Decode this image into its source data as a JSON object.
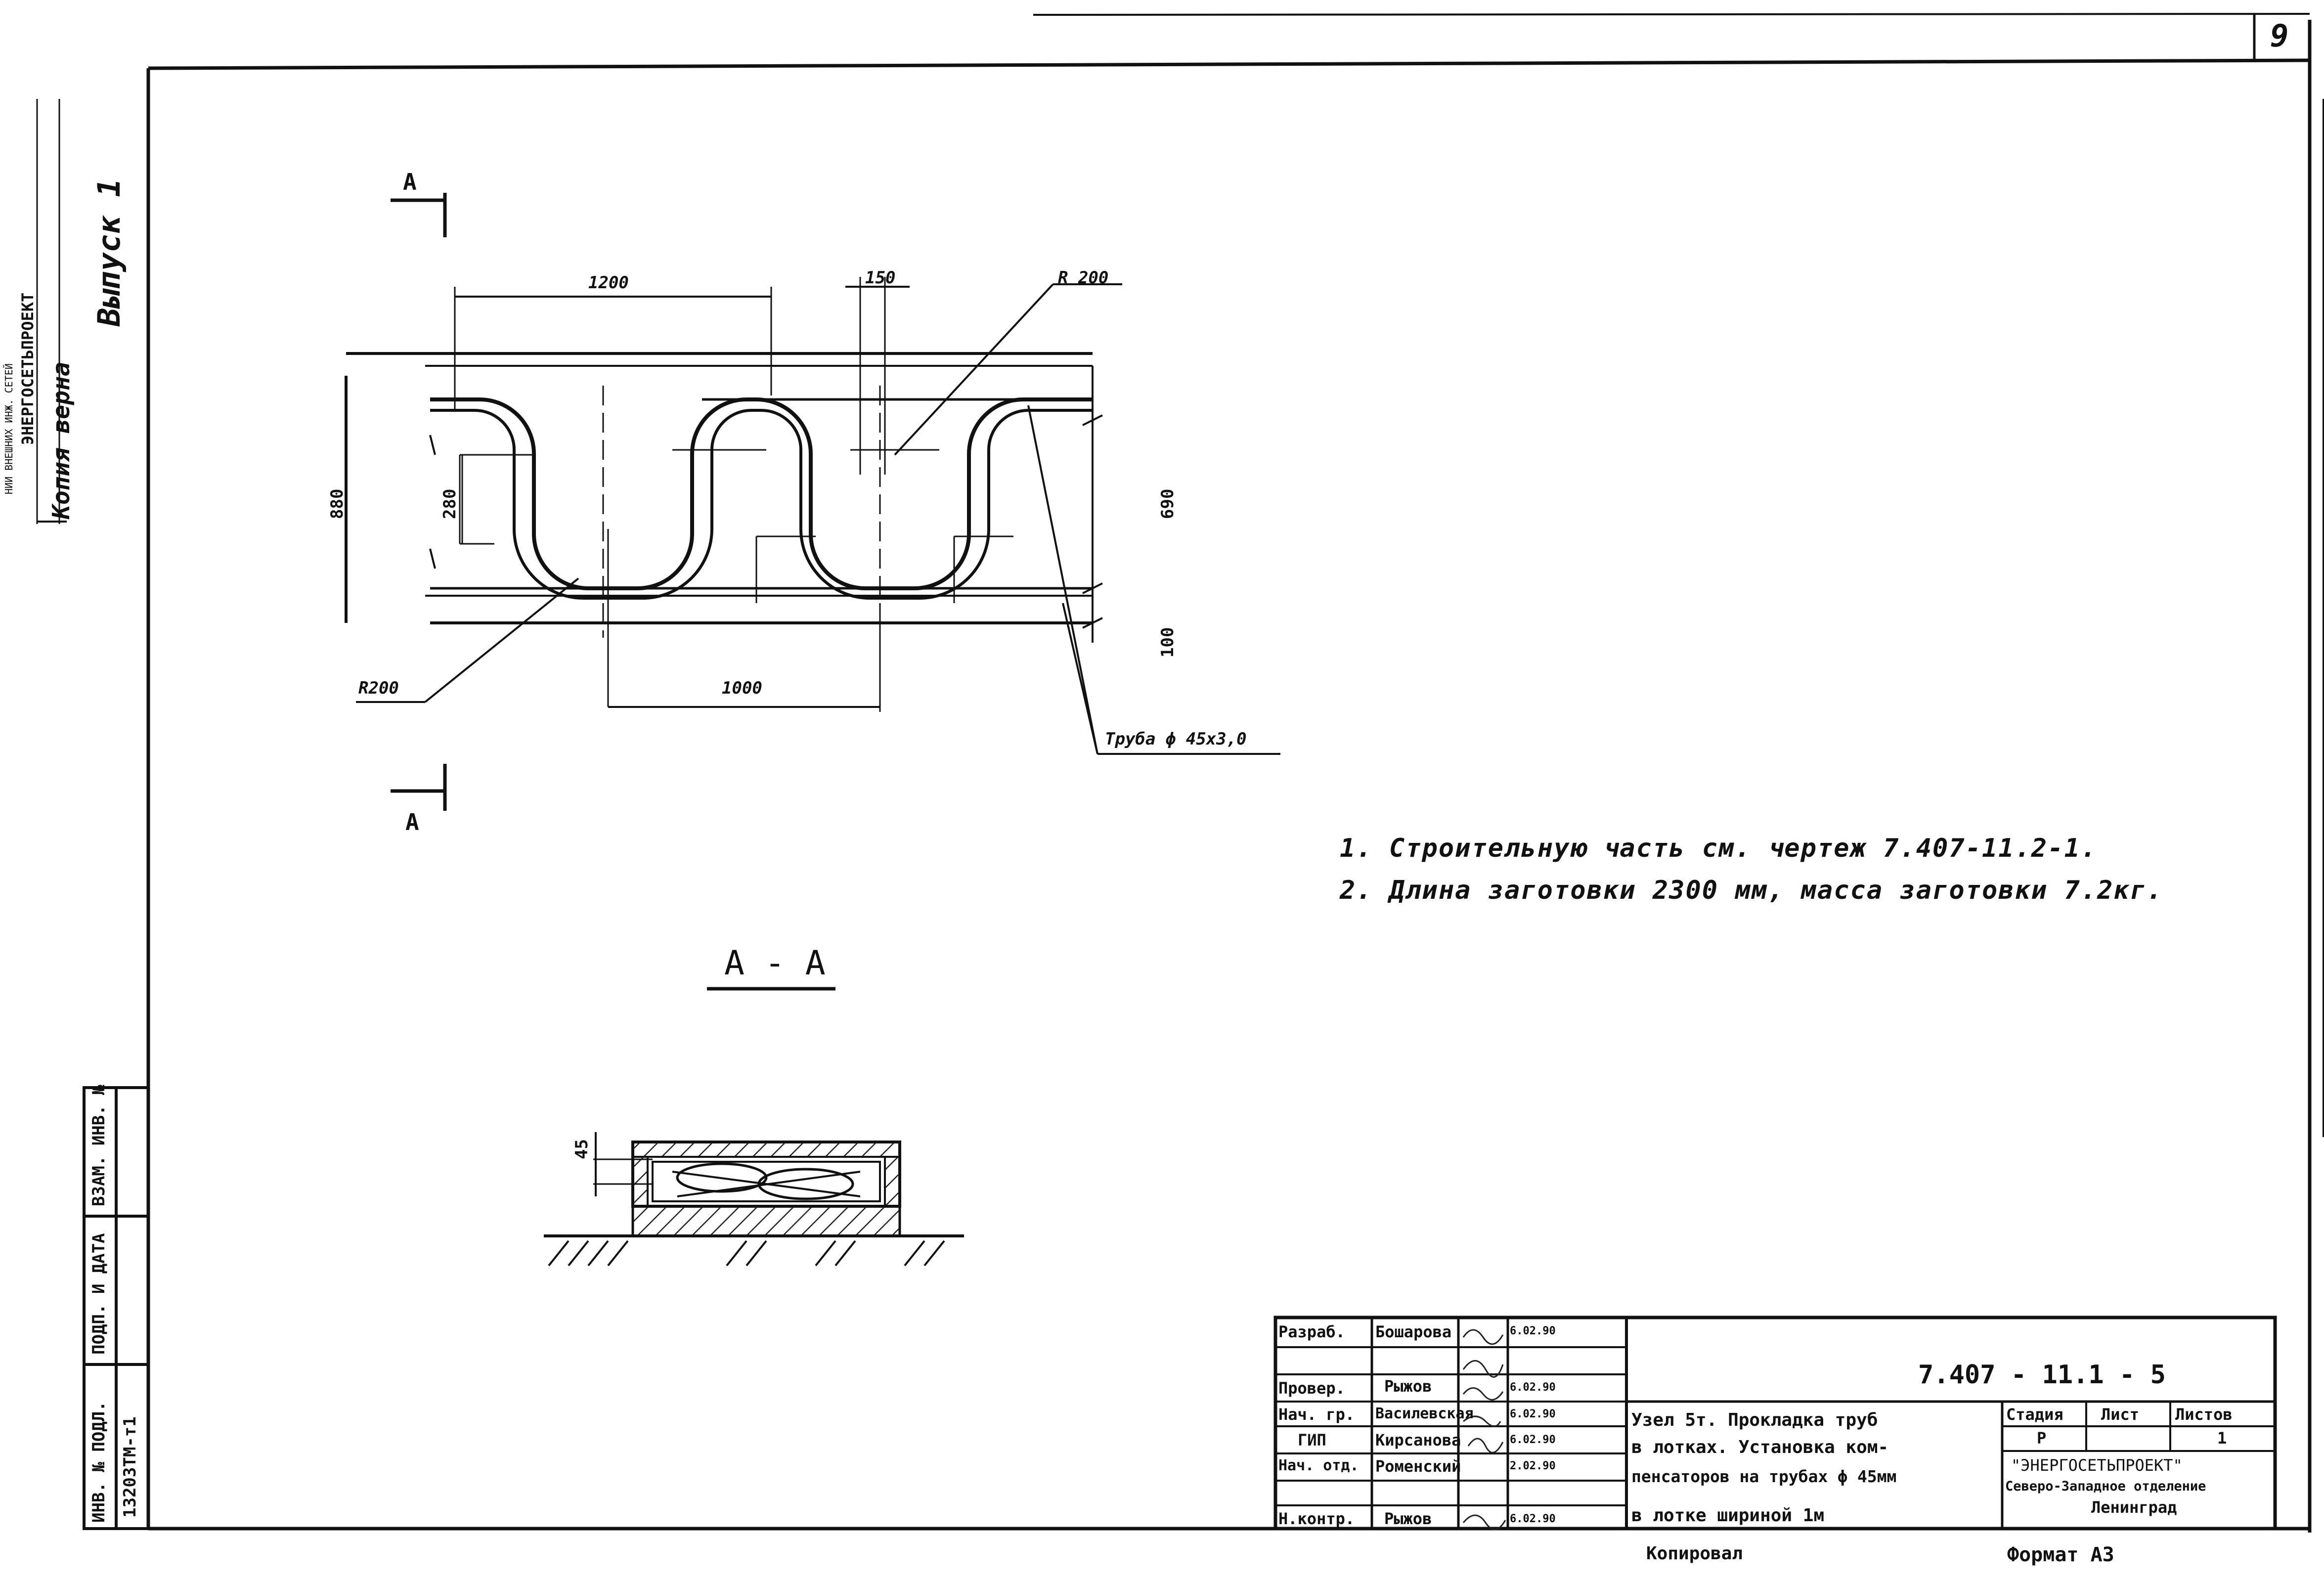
{
  "sheet": {
    "page_number": "9",
    "left_margin": {
      "vypusk": "Выпуск 1",
      "kopiya": "Копия верна",
      "org": "ЭНЕРГОСЕТЬПРОЕКТ",
      "stamp_small": "НИИ ВНЕШНИХ ИНЖ. СЕТЕЙ"
    },
    "side_stamp": {
      "headers": [
        "ИНВ. № ПОДЛ.",
        "ПОДП. И ДАТА",
        "ВЗАМ. ИНВ. №"
      ],
      "inv_value": "13203ТМ-т1"
    }
  },
  "plan": {
    "section_mark": "А",
    "dims": {
      "d1200": "1200",
      "d150": "150",
      "r_top": "R 200",
      "d880": "880",
      "d280": "280",
      "d690": "690",
      "d100": "100",
      "r_bottom": "R200",
      "d1000": "1000"
    },
    "pipe_label": "Труба ϕ 45х3,0"
  },
  "notes": [
    "1.  Строительную   часть   см. чертеж 7.407-11.2-1.",
    "2.  Длина   заготовки   2300 мм,  масса  заготовки 7.2кг."
  ],
  "section": {
    "title": "А - А",
    "dim45": "45"
  },
  "title_block": {
    "rows": [
      {
        "role": "Разраб.",
        "name": "Бошарова",
        "date": "6.02.90"
      },
      {
        "role": "Провер.",
        "name": "Рыжов",
        "date": "6.02.90"
      },
      {
        "role": "Нач. гр.",
        "name": "Василевская",
        "date": "6.02.90"
      },
      {
        "role": "ГИП",
        "name": "Кирсанова",
        "date": "6.02.90"
      },
      {
        "role": "Нач. отд.",
        "name": "Роменский",
        "date": "2.02.90"
      },
      {
        "role": "Н.контр.",
        "name": "Рыжов",
        "date": "6.02.90"
      }
    ],
    "code": "7.407 - 11.1 - 5",
    "description": [
      "Узел 5т. Прокладка труб",
      "в лотках. Установка ком-",
      "пенсаторов на трубах ϕ 45мм",
      "в лотке  шириной 1м"
    ],
    "stage_header": "Стадия",
    "sheet_header": "Лист",
    "sheets_header": "Листов",
    "stage_value": "Р",
    "sheets_value": "1",
    "org_name": "\"ЭНЕРГОСЕТЬПРОЕКТ\"",
    "org_branch": "Северо-Западное отделение",
    "org_city": "Ленинград",
    "copied": "Копировал",
    "format": "Формат А3"
  }
}
